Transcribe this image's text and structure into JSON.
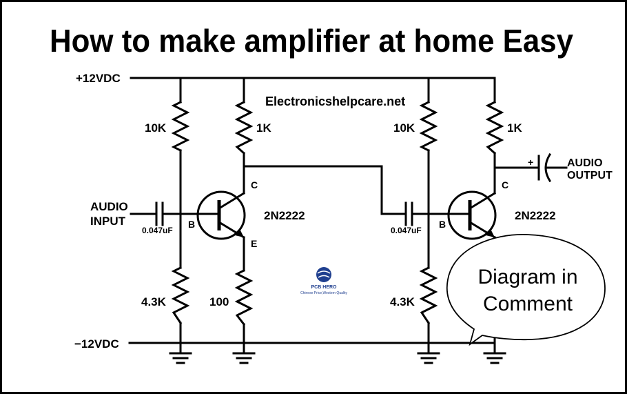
{
  "title": "How to make amplifier at home Easy",
  "website": "Electronicshelpcare.net",
  "rails": {
    "positive": "+12VDC",
    "negative": "−12VDC"
  },
  "stage1": {
    "r_bias_top": "10K",
    "r_collector": "1K",
    "r_bias_bottom": "4.3K",
    "r_emitter": "100",
    "capacitor": "0.047uF",
    "transistor": "2N2222",
    "pin_c": "C",
    "pin_b": "B",
    "pin_e": "E",
    "input_line1": "AUDIO",
    "input_line2": "INPUT"
  },
  "stage2": {
    "r_bias_top": "10K",
    "r_collector": "1K",
    "r_bias_bottom": "4.3K",
    "capacitor": "0.047uF",
    "transistor": "2N2222",
    "pin_c": "C",
    "pin_b": "B",
    "output_line1": "AUDIO",
    "output_line2": "OUTPUT",
    "output_cap_polarity": "+"
  },
  "logo": {
    "name": "PCB HERO",
    "tagline": "Chinese Price,Western Quality"
  },
  "bubble": {
    "line1": "Diagram in",
    "line2": "Comment"
  },
  "colors": {
    "ink": "#000000",
    "background": "#ffffff",
    "logo_blue": "#1f3f8f"
  }
}
